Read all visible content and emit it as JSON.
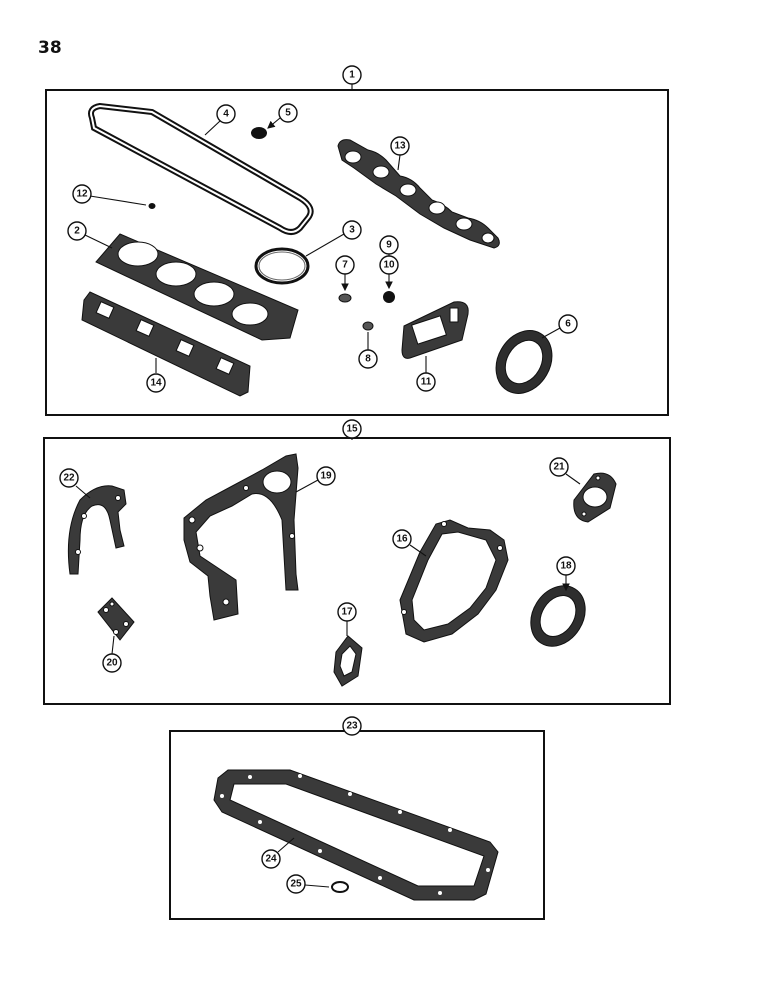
{
  "page": {
    "number": "38"
  },
  "kits": [
    {
      "id": "kit-1",
      "callout": "1"
    },
    {
      "id": "kit-15",
      "callout": "15"
    },
    {
      "id": "kit-23",
      "callout": "23"
    }
  ],
  "callouts": {
    "c2": "2",
    "c3": "3",
    "c4": "4",
    "c5": "5",
    "c6": "6",
    "c7": "7",
    "c8": "8",
    "c9": "9",
    "c10": "10",
    "c11": "11",
    "c12": "12",
    "c13": "13",
    "c14": "14",
    "c16": "16",
    "c17": "17",
    "c18": "18",
    "c19": "19",
    "c20": "20",
    "c21": "21",
    "c22": "22",
    "c24": "24",
    "c25": "25"
  }
}
